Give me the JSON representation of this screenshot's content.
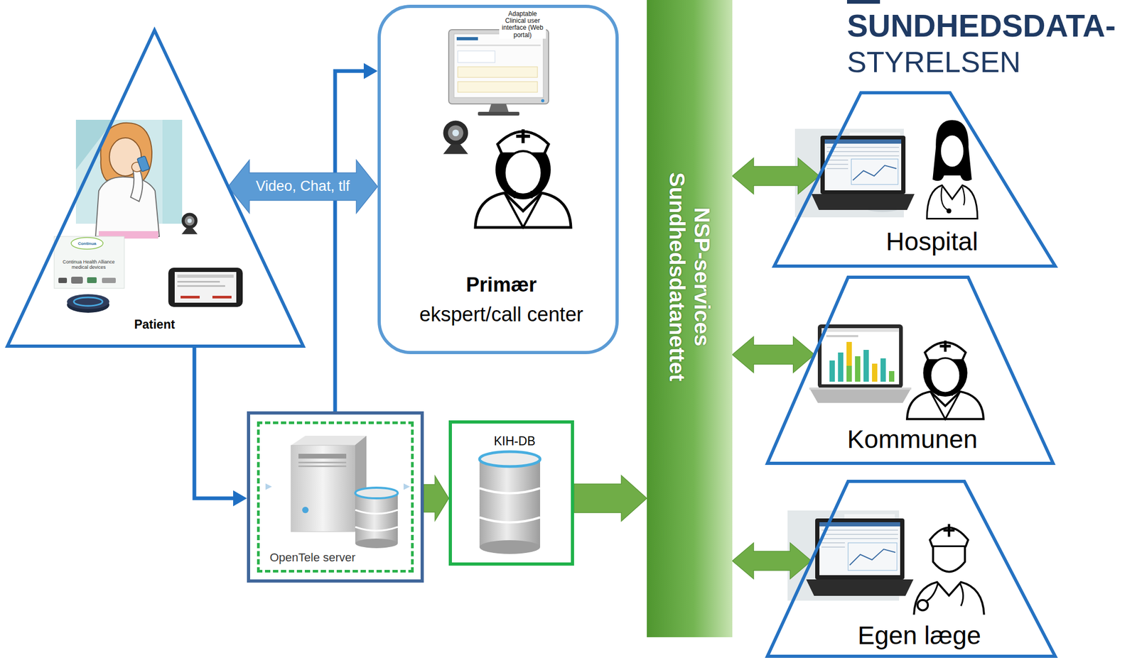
{
  "diagram": {
    "nodes": [
      {
        "text": [
          "Patient"
        ]
      },
      {
        "text": [
          "Primær",
          "ekspert/call center"
        ]
      },
      {
        "text": [
          "OpenTele server"
        ]
      },
      {
        "text": [
          "KIH-DB"
        ]
      },
      {
        "text": [
          "NSP-services",
          "Sundhedsdatanettet"
        ]
      },
      {
        "text": [
          "Hospital"
        ]
      },
      {
        "text": [
          "Kommunen"
        ]
      },
      {
        "text": [
          "Egen læge"
        ]
      }
    ],
    "edges": [
      {
        "from": 0,
        "to": 2,
        "arrow": "to"
      },
      {
        "from": 2,
        "to": 1,
        "arrow": "to"
      },
      {
        "from": 0,
        "to": 1,
        "arrow": "both",
        "label": "Video, Chat, tlf"
      },
      {
        "from": 2,
        "to": 3,
        "arrow": "to"
      },
      {
        "from": 3,
        "to": 4,
        "arrow": "to"
      },
      {
        "from": 4,
        "to": 5,
        "arrow": "both"
      },
      {
        "from": 4,
        "to": 6,
        "arrow": "both"
      },
      {
        "from": 4,
        "to": 7,
        "arrow": "both"
      }
    ],
    "labels": [
      "SUNDHEDSDATA-",
      "STYRELSEN",
      "Continua",
      "Continua Health Alliance medical devices",
      "Adaptable Clinical user interface (Web portal)"
    ]
  }
}
